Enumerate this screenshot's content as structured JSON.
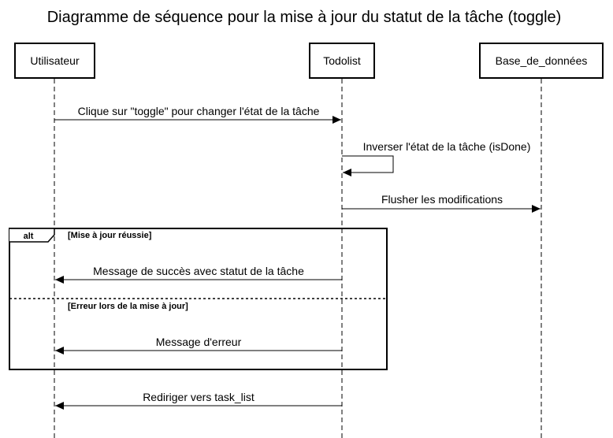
{
  "diagram": {
    "title": "Diagramme de séquence pour la mise à jour du statut de la tâche (toggle)",
    "participants": [
      {
        "label": "Utilisateur"
      },
      {
        "label": "Todolist"
      },
      {
        "label": "Base_de_données"
      }
    ],
    "messages": [
      {
        "from": 0,
        "to": 1,
        "label": "Clique sur \"toggle\" pour changer l'état de la tâche"
      },
      {
        "from": 1,
        "to": 1,
        "label": "Inverser l'état de la tâche (isDone)"
      },
      {
        "from": 1,
        "to": 2,
        "label": "Flusher les modifications"
      },
      {
        "from": 1,
        "to": 0,
        "label": "Message de succès avec statut de la tâche"
      },
      {
        "from": 1,
        "to": 0,
        "label": "Message d'erreur"
      },
      {
        "from": 1,
        "to": 0,
        "label": "Rediriger vers task_list"
      }
    ],
    "alt": {
      "keyword": "alt",
      "guards": [
        "[Mise à jour réussie]",
        "[Erreur lors de la mise à jour]"
      ]
    }
  }
}
